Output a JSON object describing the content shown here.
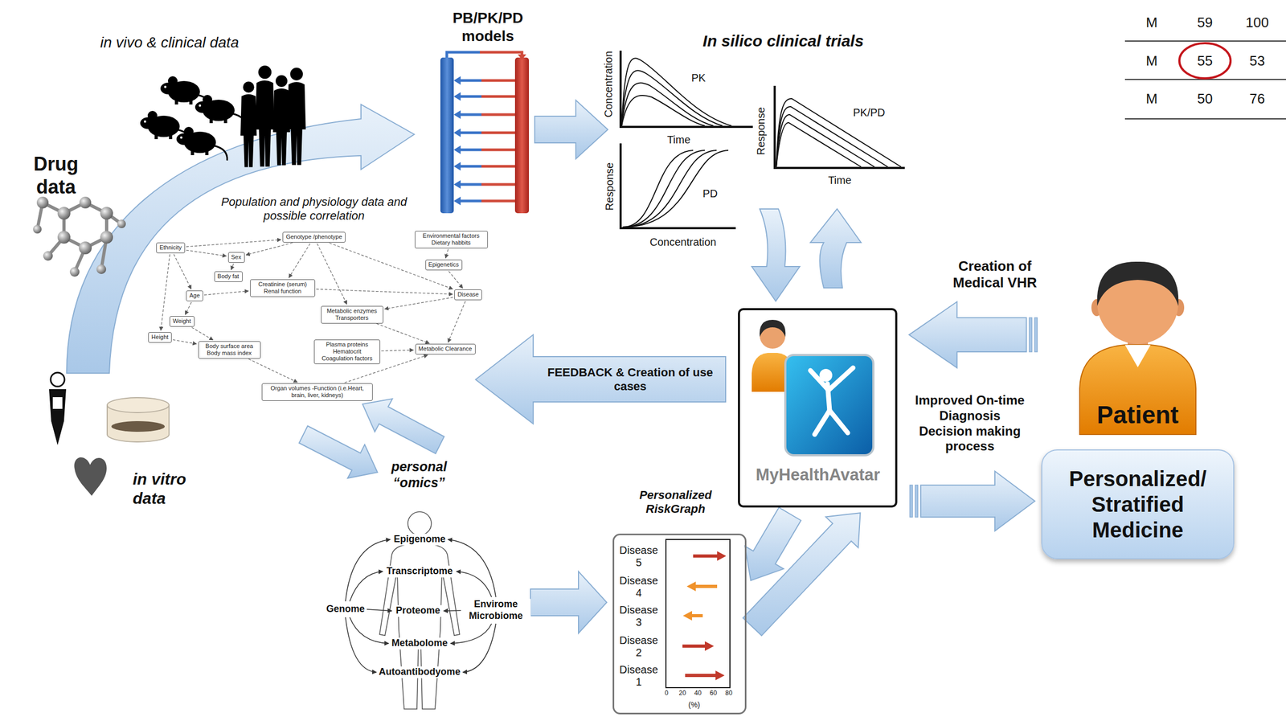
{
  "diagram": {
    "nodes": [
      {
        "text": [
          "Genotype /phenotype"
        ]
      },
      {
        "text": [
          "Environmental factors Dietary habbits"
        ]
      },
      {
        "text": [
          "Ethnicity"
        ]
      },
      {
        "text": [
          "Sex"
        ]
      },
      {
        "text": [
          "Epigenetics"
        ]
      },
      {
        "text": [
          "Body fat"
        ]
      },
      {
        "text": [
          "Creatinine (serum) Renal function"
        ]
      },
      {
        "text": [
          "Age"
        ]
      },
      {
        "text": [
          "Disease"
        ]
      },
      {
        "text": [
          "Metabolic enzymes Transporters"
        ]
      },
      {
        "text": [
          "Weight"
        ]
      },
      {
        "text": [
          "Height"
        ]
      },
      {
        "text": [
          "Plasma proteins Hematocrit Coagulation factors"
        ]
      },
      {
        "text": [
          "Body surface area Body mass index"
        ]
      },
      {
        "text": [
          "Metabolic Clearance"
        ]
      },
      {
        "text": [
          "Organ volumes -Function (i.e.Heart, brain, liver, kidneys)"
        ]
      },
      {
        "text": [
          "FEEDBACK & Creation of use cases"
        ]
      },
      {
        "text": [
          "MyHealthAvatar"
        ]
      },
      {
        "text": [
          "Patient"
        ]
      },
      {
        "text": [
          "Personalized/ Stratified Medicine"
        ]
      },
      {
        "text": [
          "Personalized RiskGraph",
          "Disease 5",
          "Disease 4",
          "Disease 3",
          "Disease 2",
          "Disease 1",
          "0",
          "20",
          "40",
          "60",
          "80",
          "(%)"
        ]
      }
    ],
    "edges": [
      {
        "from": 2,
        "to": 0,
        "arrow": "to"
      },
      {
        "from": 2,
        "to": 3,
        "arrow": "to"
      },
      {
        "from": 0,
        "to": 3,
        "arrow": "to"
      },
      {
        "from": 0,
        "to": 6,
        "arrow": "to"
      },
      {
        "from": 0,
        "to": 9,
        "arrow": "to"
      },
      {
        "from": 0,
        "to": 8,
        "arrow": "to"
      },
      {
        "from": 2,
        "to": 7,
        "arrow": "to"
      },
      {
        "from": 2,
        "to": 11,
        "arrow": "to"
      },
      {
        "from": 7,
        "to": 10,
        "arrow": "to"
      },
      {
        "from": 10,
        "to": 13,
        "arrow": "to"
      },
      {
        "from": 11,
        "to": 13,
        "arrow": "to"
      },
      {
        "from": 3,
        "to": 5,
        "arrow": "to"
      },
      {
        "from": 7,
        "to": 6,
        "arrow": "to"
      },
      {
        "from": 13,
        "to": 15,
        "arrow": "to"
      },
      {
        "from": 1,
        "to": 4,
        "arrow": "to"
      },
      {
        "from": 4,
        "to": 8,
        "arrow": "to"
      },
      {
        "from": 8,
        "to": 14,
        "arrow": "to"
      },
      {
        "from": 9,
        "to": 14,
        "arrow": "to"
      },
      {
        "from": 12,
        "to": 14,
        "arrow": "to"
      },
      {
        "from": 8,
        "to": 9,
        "arrow": "to"
      },
      {
        "from": 15,
        "to": 14,
        "arrow": "to"
      },
      {
        "from": 6,
        "to": 8,
        "arrow": "to"
      },
      {
        "from": 18,
        "to": 17,
        "label": "Creation of Medical VHR",
        "arrow": "to"
      },
      {
        "from": 17,
        "to": 19,
        "label": "Improved On-time Diagnosis Decision making process",
        "arrow": "to"
      },
      {
        "from": 17,
        "to": 20,
        "arrow": "to"
      },
      {
        "from": 20,
        "to": 17,
        "arrow": "to"
      }
    ],
    "labels": [
      "in vivo & clinical data",
      "Drug data",
      "PB/PK/PD models",
      "In silico clinical trials",
      "Concentration",
      "PK",
      "Time",
      "Response",
      "PD",
      "Concentration",
      "Response",
      "PK/PD",
      "Time",
      "Population and physiology data and possible correlation",
      "in vitro data",
      "personal “omics”",
      "Epigenome",
      "Transcriptome",
      "Genome",
      "Proteome",
      "Envirome Microbiome",
      "Metabolome",
      "Autoantibodyome",
      "M",
      "59",
      "100",
      "M",
      "55",
      "53",
      "M",
      "50",
      "76"
    ]
  }
}
